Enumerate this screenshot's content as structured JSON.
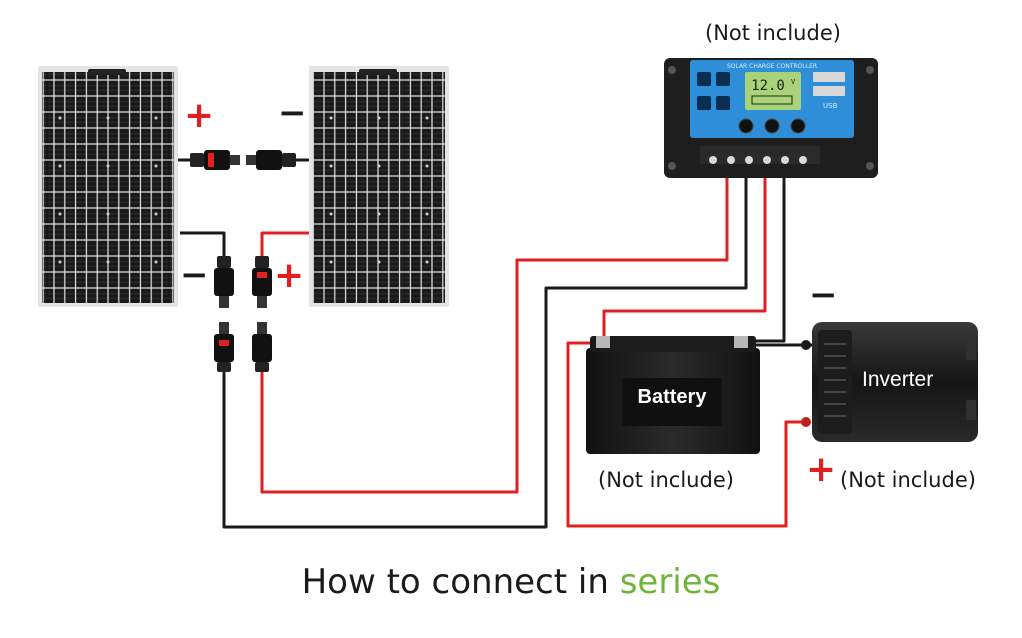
{
  "labels": {
    "controller_note": "(Not include)",
    "battery": "Battery",
    "battery_note": "(Not include)",
    "inverter": "Inverter",
    "inverter_note": "(Not include)",
    "controller_header": "SOLAR CHARGE CONTROLLER",
    "controller_lcd": "12.0",
    "controller_lcd_unit": "V",
    "controller_usb": "USB"
  },
  "signs": {
    "panel1_top": "+",
    "panel2_top": "−",
    "panel1_bottom": "−",
    "panel2_bottom": "+",
    "inverter_top": "−",
    "inverter_bottom": "+"
  },
  "caption": {
    "prefix": "How to connect in",
    "highlight": "series"
  },
  "colors": {
    "positive_wire": "#e02020",
    "negative_wire": "#1a1a1a",
    "sign_positive": "#e02020",
    "sign_negative": "#1a1a1a",
    "caption_highlight": "#6fb43b",
    "controller_screen": "#2e8fd8",
    "panel_cell": "#1b1b1b"
  },
  "icons": [
    "solar-panel-icon",
    "mc4-connector-icon",
    "charge-controller-icon",
    "battery-icon",
    "inverter-icon"
  ]
}
